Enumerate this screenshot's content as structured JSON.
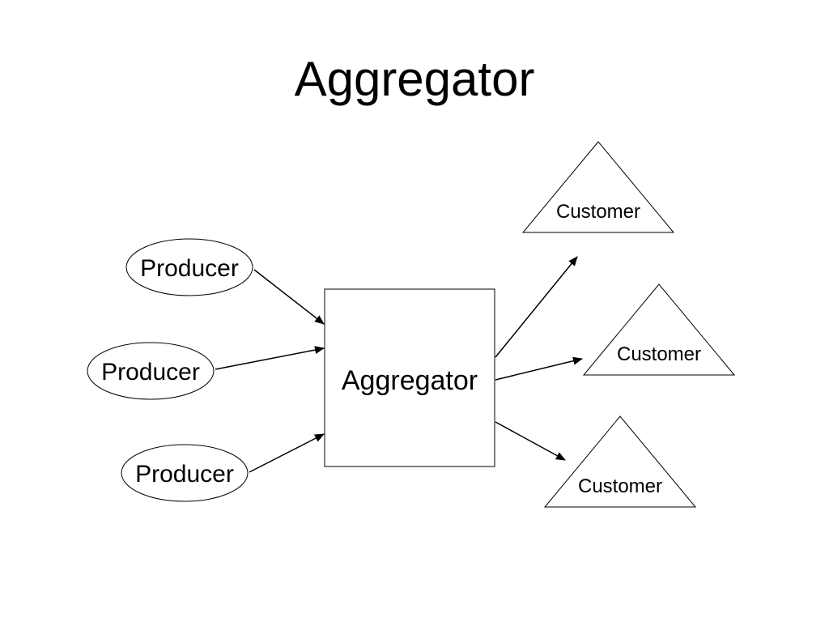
{
  "title": "Aggregator",
  "diagram": {
    "producers": [
      {
        "label": "Producer"
      },
      {
        "label": "Producer"
      },
      {
        "label": "Producer"
      }
    ],
    "aggregator": {
      "label": "Aggregator"
    },
    "customers": [
      {
        "label": "Customer"
      },
      {
        "label": "Customer"
      },
      {
        "label": "Customer"
      }
    ]
  }
}
